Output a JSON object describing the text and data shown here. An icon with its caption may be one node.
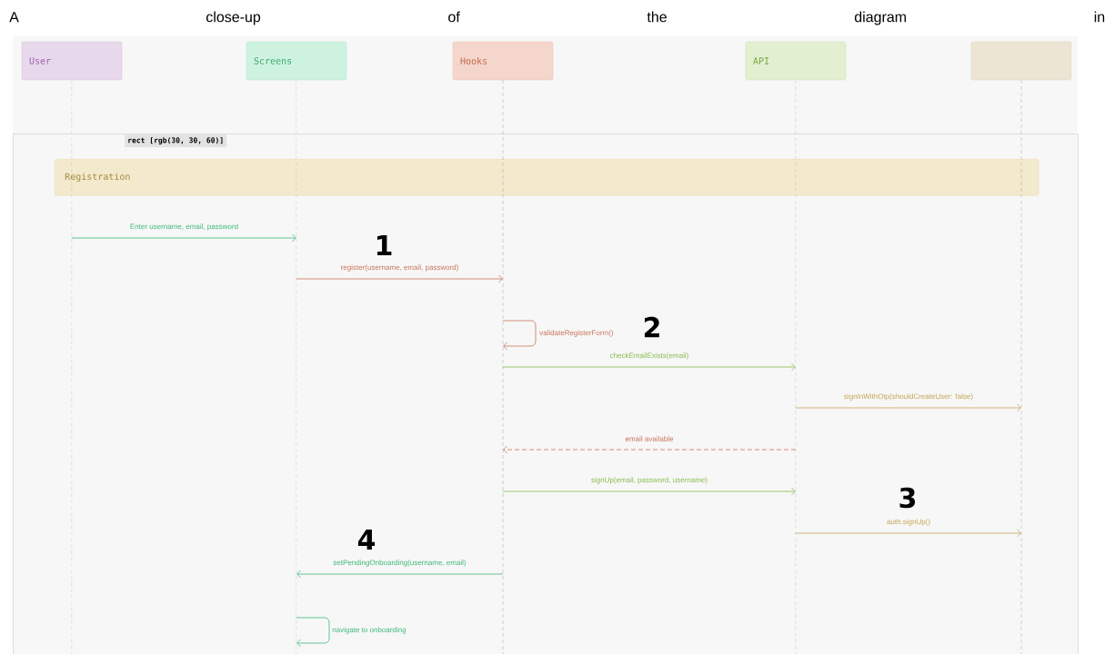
{
  "diagram": {
    "caption": "A close-up of the diagram in",
    "nodes": [
      {
        "text": [
          "User"
        ]
      },
      {
        "text": [
          "Screens"
        ]
      },
      {
        "text": [
          "Hooks"
        ]
      },
      {
        "text": [
          "API"
        ]
      },
      {
        "text": [],
        "shape": "box"
      },
      {
        "text": [
          "rect [rgb(30, 30, 60)]"
        ]
      },
      {
        "text": [
          "Registration"
        ],
        "in": 5
      }
    ],
    "edges": [
      {
        "from": 0,
        "to": 1,
        "arrow": "to",
        "label": "Enter username, email, password",
        "color": "#3cb878"
      },
      {
        "from": 1,
        "to": 2,
        "arrow": "to",
        "label": "register(username, email, password)",
        "color": "#c8735a"
      },
      {
        "from": 2,
        "to": 2,
        "arrow": "to",
        "label": "validateRegisterForm()",
        "color": "#c8735a"
      },
      {
        "from": 2,
        "to": 3,
        "arrow": "to",
        "label": "checkEmailExists(email)",
        "color": "#86bb4c"
      },
      {
        "from": 3,
        "to": 4,
        "arrow": "to",
        "label": "signInWithOtp(shouldCreateUser: false)",
        "color": "#c4a455"
      },
      {
        "from": 3,
        "to": 2,
        "arrow": "to",
        "label": "email available",
        "style": "dashed",
        "color": "#c8735a"
      },
      {
        "from": 2,
        "to": 3,
        "arrow": "to",
        "label": "signUp(email, password, username)",
        "color": "#86bb4c"
      },
      {
        "from": 3,
        "to": 4,
        "arrow": "to",
        "label": "auth.signUp()",
        "color": "#c4a455"
      },
      {
        "from": 2,
        "to": 1,
        "arrow": "to",
        "label": "setPendingOnboarding(username, email)",
        "color": "#3cb878"
      },
      {
        "from": 1,
        "to": 1,
        "arrow": "to",
        "label": "navigate to onboarding",
        "color": "#3cb878"
      }
    ],
    "labels": [
      "1",
      "2",
      "3",
      "4"
    ]
  }
}
